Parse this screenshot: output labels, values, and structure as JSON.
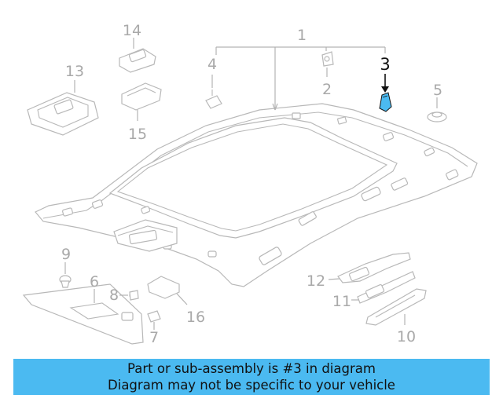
{
  "callouts": {
    "c1": "1",
    "c2": "2",
    "c3": "3",
    "c4": "4",
    "c5": "5",
    "c6": "6",
    "c7": "7",
    "c8": "8",
    "c9": "9",
    "c10": "10",
    "c11": "11",
    "c12": "12",
    "c13": "13",
    "c14": "14",
    "c15": "15",
    "c16": "16"
  },
  "highlight_color": "#4bbaf1",
  "banner": {
    "line1": "Part or sub-assembly is #3 in diagram",
    "line2": "Diagram may not be specific to your vehicle"
  }
}
